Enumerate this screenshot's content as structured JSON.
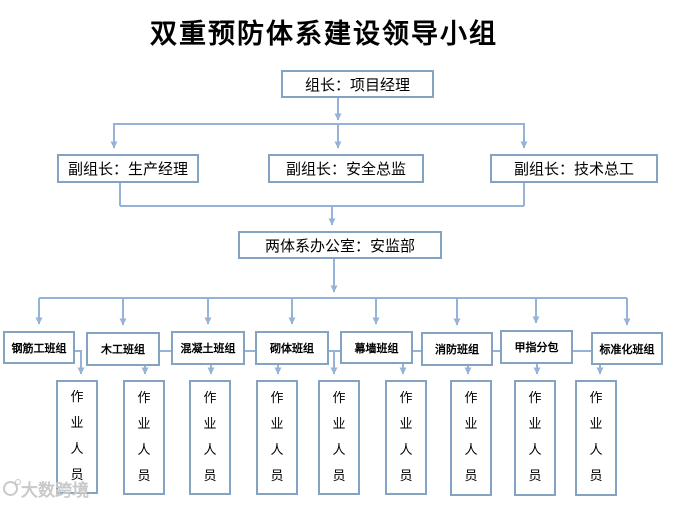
{
  "title": "双重预防体系建设领导小组",
  "colors": {
    "box_border": "#84a3c3",
    "connector_line": "#95b3d7",
    "title_text": "#000000",
    "watermark_gray": "#c9c9c9"
  },
  "nodes": {
    "leader": {
      "label": "组长：项目经理"
    },
    "deputies": [
      {
        "label": "副组长：生产经理"
      },
      {
        "label": "副组长：安全总监"
      },
      {
        "label": "副组长：技术总工"
      }
    ],
    "office": {
      "label": "两体系办公室：安监部"
    },
    "teams": [
      {
        "label": "钢筋工班组"
      },
      {
        "label": "木工班组"
      },
      {
        "label": "混凝土班组"
      },
      {
        "label": "砌体班组"
      },
      {
        "label": "幕墙班组"
      },
      {
        "label": "消防班组"
      },
      {
        "label": "甲指分包"
      },
      {
        "label": "标准化班组"
      }
    ],
    "workers": [
      {
        "label": "作业人员"
      },
      {
        "label": "作业人员"
      },
      {
        "label": "作业人员"
      },
      {
        "label": "作业人员"
      },
      {
        "label": "作业人员"
      },
      {
        "label": "作业人员"
      },
      {
        "label": "作业人员"
      },
      {
        "label": "作业人员"
      },
      {
        "label": "作业人员"
      }
    ]
  },
  "watermark": {
    "text": "大数跨境"
  }
}
